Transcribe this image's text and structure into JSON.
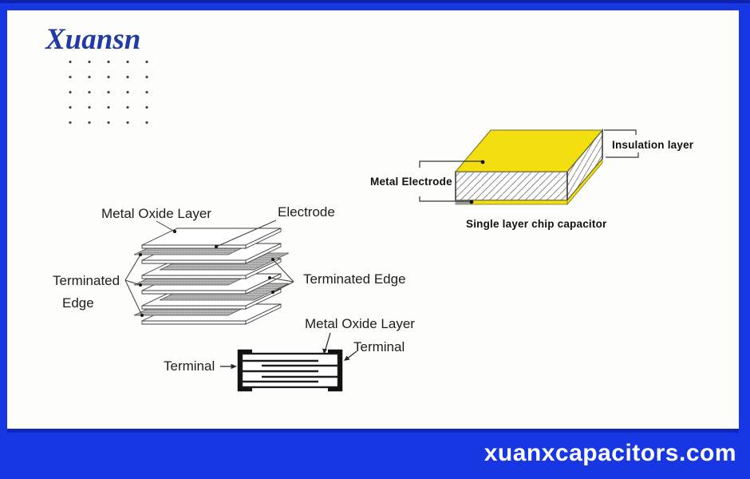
{
  "brand": {
    "logo_text": "Xuansn"
  },
  "website": {
    "url_text": "xuanxcapacitors.com"
  },
  "colors": {
    "frame_blue": "#1737E2",
    "frame_blue_dark": "#0D23AE",
    "panel_white": "#FDFDFB",
    "electrode_yellow": "#F3DF10",
    "logo_blue": "#203AA6",
    "line_dark": "#1d1d1d"
  },
  "mlcc_diagram": {
    "label_metal_oxide_layer_top": "Metal Oxide Layer",
    "label_electrode": "Electrode",
    "label_terminated_left_line1": "Terminated",
    "label_terminated_left_line2": "Edge",
    "label_terminated_right": "Terminated Edge"
  },
  "cross_section": {
    "label_metal_oxide_layer": "Metal Oxide Layer",
    "label_terminal_left": "Terminal",
    "label_terminal_right": "Terminal"
  },
  "chip_diagram": {
    "label_metal_electrode": "Metal Electrode",
    "label_insulation_layer": "Insulation layer",
    "caption": "Single layer chip capacitor"
  }
}
